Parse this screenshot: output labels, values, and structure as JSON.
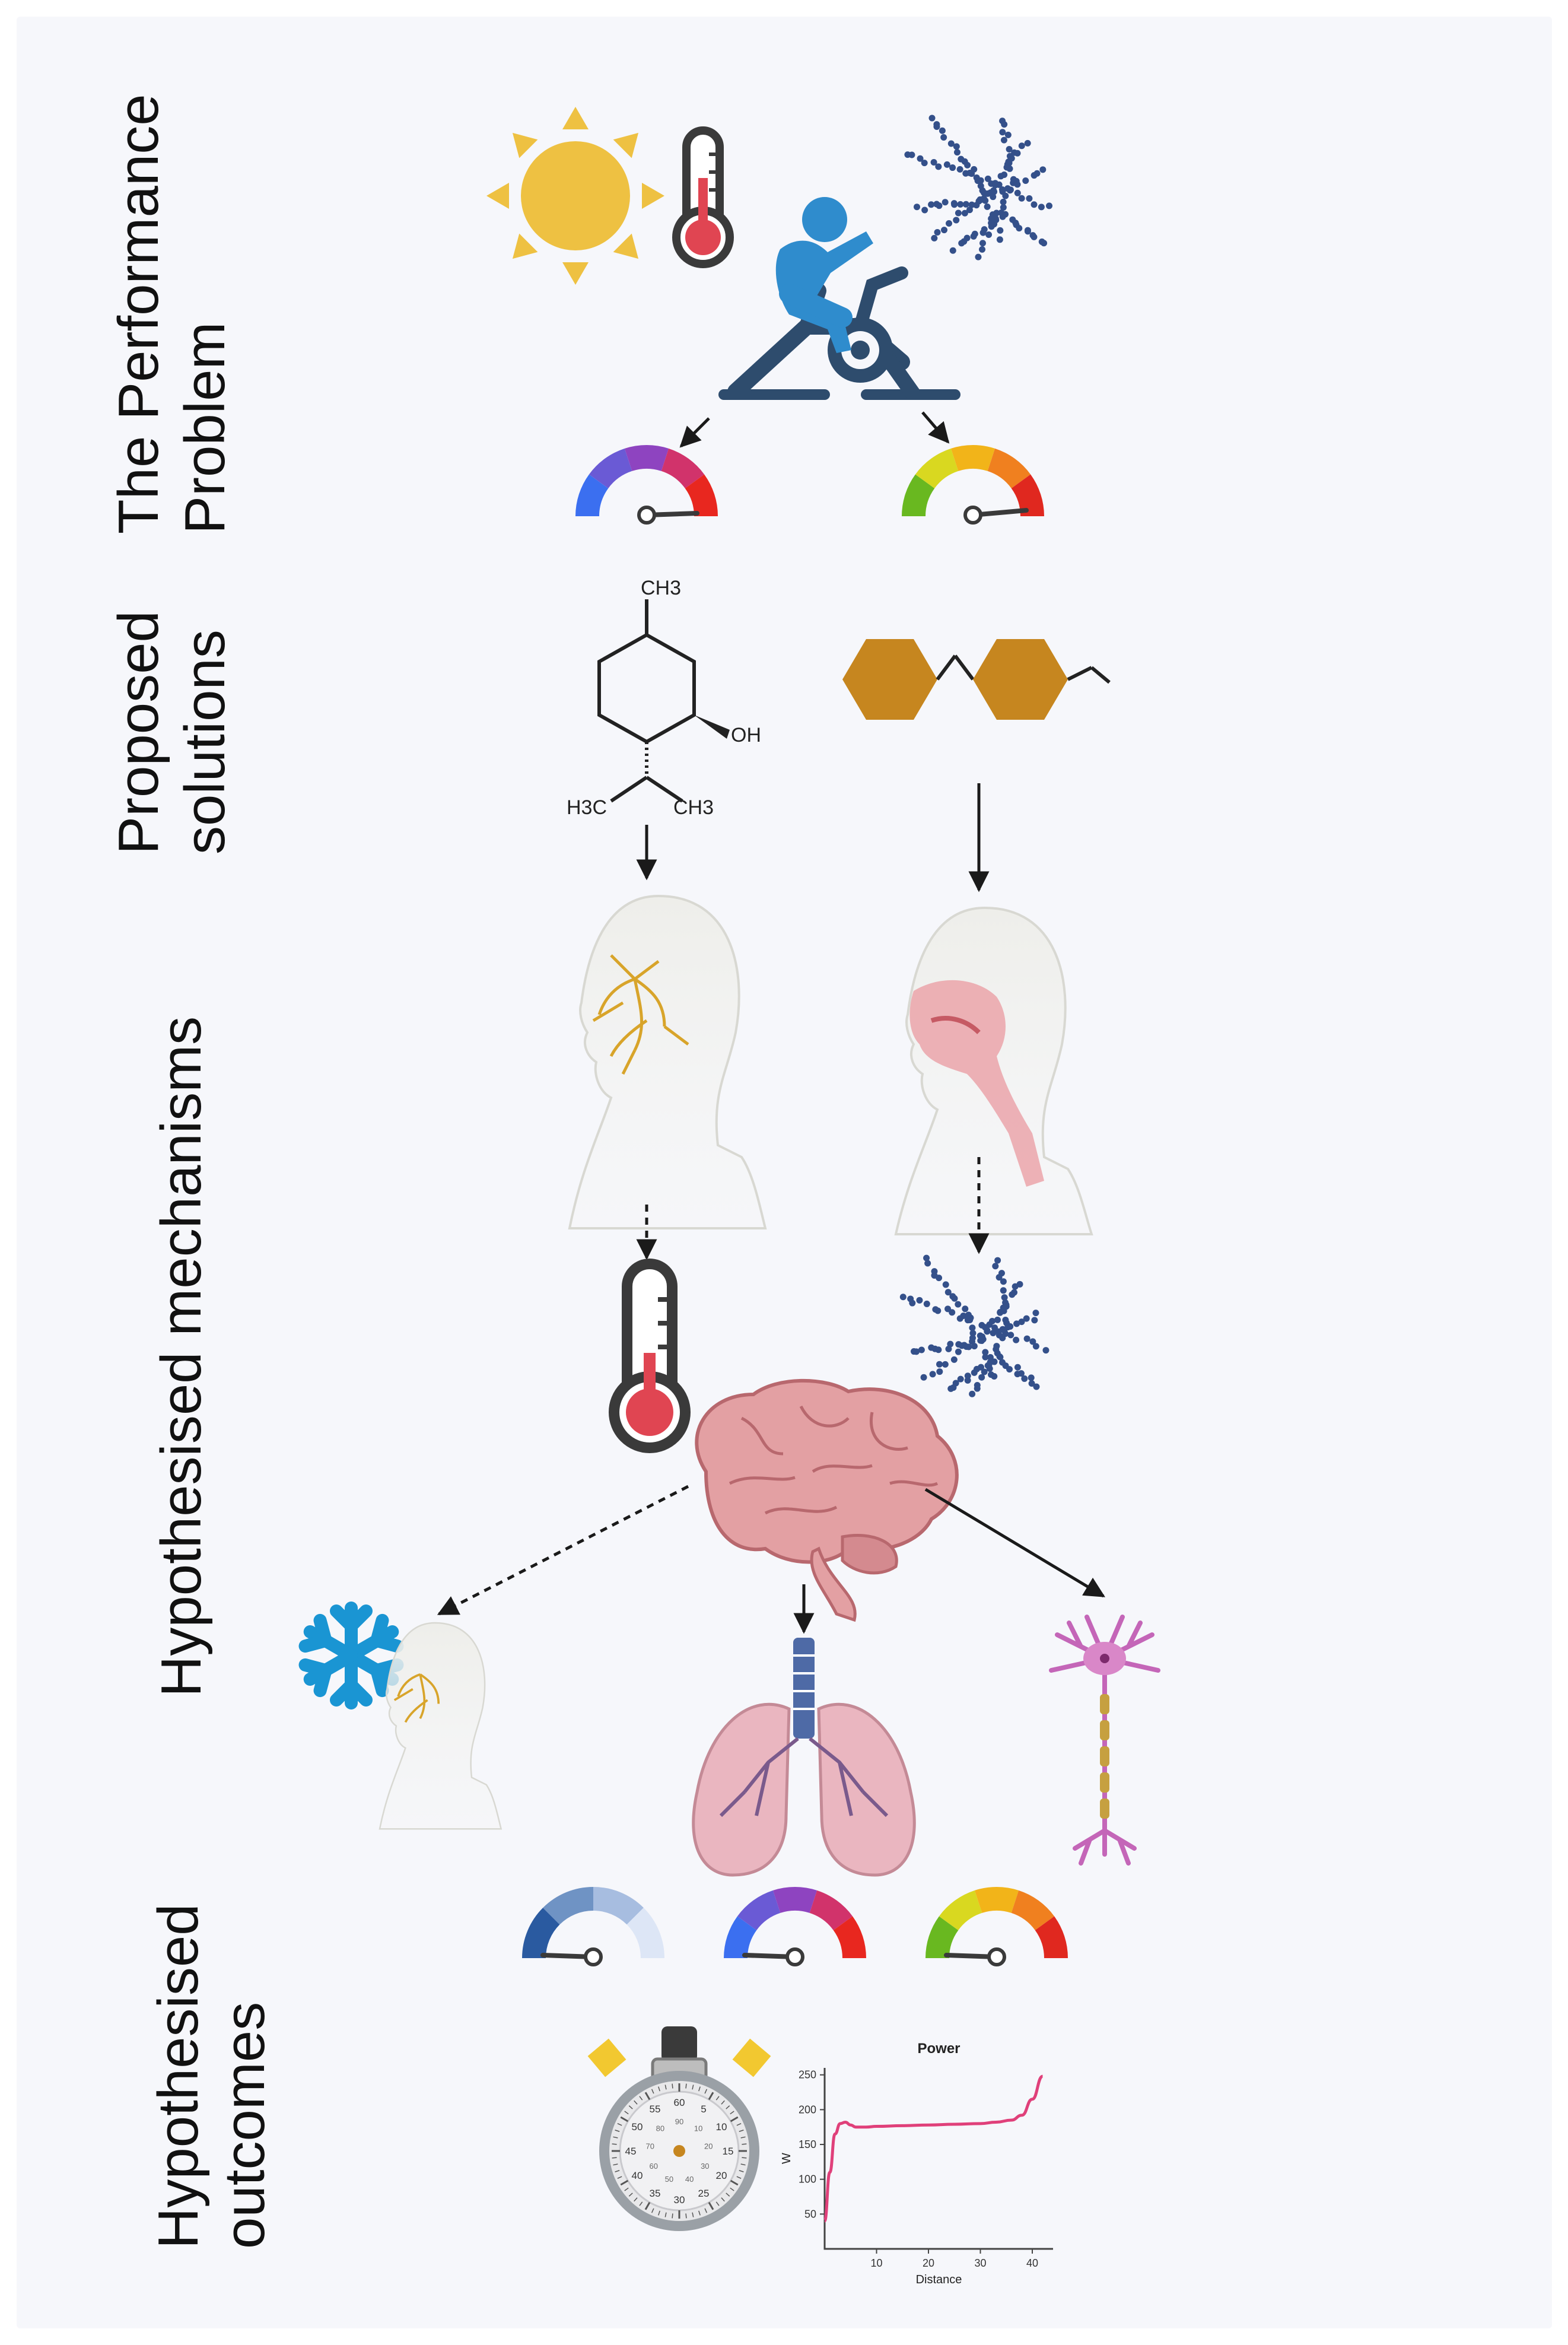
{
  "sections": [
    {
      "id": "problem",
      "label_lines": [
        "The Performance",
        "Problem"
      ]
    },
    {
      "id": "solutions",
      "label_lines": [
        "Proposed",
        "solutions"
      ]
    },
    {
      "id": "mechanisms",
      "label_lines": [
        "Hypothesised mechanisms"
      ]
    },
    {
      "id": "outcomes",
      "label_lines": [
        "Hypothesised",
        "outcomes"
      ]
    }
  ],
  "molecule_labels": {
    "ch3_top": "CH3",
    "oh": "OH",
    "h3c": "H3C",
    "ch3_bottom": "CH3"
  },
  "stopwatch_numbers": [
    "60",
    "5",
    "10",
    "15",
    "20",
    "25",
    "30",
    "35",
    "40",
    "45",
    "50",
    "55"
  ],
  "stopwatch_inner_numbers": [
    "90",
    "10",
    "20",
    "30",
    "40",
    "50",
    "60",
    "70",
    "80"
  ],
  "icons": [
    "sun-icon",
    "thermometer-icon",
    "humidity-particles-icon",
    "cyclist-icon",
    "gauge-icon",
    "menthol-molecule-icon",
    "alkyl-hexagons-icon",
    "head-nerves-icon",
    "head-airway-icon",
    "brain-icon",
    "snowflake-icon",
    "lungs-icon",
    "neuron-icon",
    "stopwatch-icon"
  ],
  "gauge_colors": {
    "thermal": [
      "#3b6ff0",
      "#6a5ad5",
      "#8e44c0",
      "#d1336b",
      "#e8271f"
    ],
    "effort": [
      "#69b820",
      "#d9d820",
      "#f2b419",
      "#f0801f",
      "#e0281f"
    ],
    "cooling": [
      "#2a5aa0",
      "#6f93c4",
      "#a7bde0",
      "#dde6f6"
    ]
  },
  "chart_data": {
    "type": "line",
    "title": "Power",
    "xlabel": "Distance",
    "ylabel": "W",
    "xlim": [
      0,
      44
    ],
    "ylim": [
      0,
      260
    ],
    "xticks": [
      10,
      20,
      30,
      40
    ],
    "yticks": [
      50,
      100,
      150,
      200,
      250
    ],
    "series": [
      {
        "color": "#e0407a",
        "x": [
          0,
          1,
          2,
          3,
          4,
          5,
          6,
          8,
          10,
          15,
          20,
          25,
          30,
          33,
          36,
          38,
          40,
          42
        ],
        "y": [
          40,
          110,
          165,
          180,
          182,
          178,
          175,
          175,
          176,
          177,
          178,
          179,
          180,
          182,
          185,
          192,
          215,
          248
        ]
      }
    ]
  }
}
